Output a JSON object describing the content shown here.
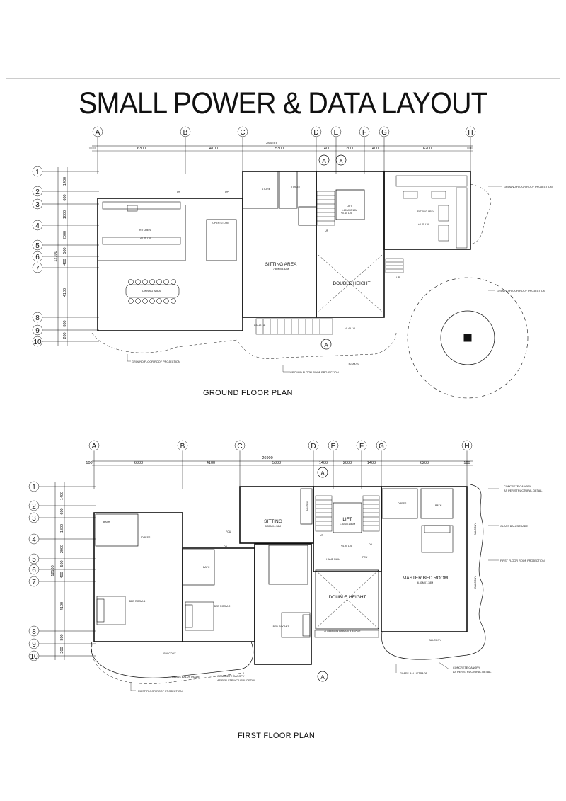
{
  "sheet": {
    "title": "SMALL POWER & DATA  LAYOUT"
  },
  "plans": [
    {
      "id": "ground",
      "caption": "GROUND FLOOR  PLAN",
      "grid_columns": [
        "A",
        "B",
        "C",
        "D",
        "E",
        "F",
        "G",
        "H"
      ],
      "grid_rows": [
        "1",
        "2",
        "3",
        "4",
        "5",
        "6",
        "7",
        "8",
        "9",
        "10"
      ],
      "overall_width": "26900",
      "column_dims": [
        "100",
        "6300",
        "4100",
        "5300",
        "1400",
        "2000",
        "1400",
        "6200",
        "100"
      ],
      "overall_depth": "12100",
      "row_dims": [
        "1400",
        "600",
        "1800",
        "2000",
        "500",
        "400",
        "4100",
        "800",
        "200"
      ],
      "rooms": {
        "kitchen": "KITCHEN",
        "dining": "DINNING AREA",
        "sitting": "SITTING AREA",
        "sitting_size": "7.80MX5.42M",
        "double_height": "DOUBLE HEIGHT",
        "lift": "LIFT",
        "lift_size": "1.80MX2.10M",
        "sitting_right": "SITTING AREA",
        "store": "STORE",
        "toilet": "TOILET",
        "open_store": "OPEN STORE"
      },
      "levels": [
        "+0.45 LVL",
        "+0.45 LVL",
        "+0.45 LVL",
        "+0.45 LVL",
        "±0.00LVL"
      ],
      "labels": {
        "up": "UP",
        "ramp_up": "RAMP UP",
        "roof_projection": "GROUND FLOOR  ROOF  PROJECTION",
        "section_a": "A",
        "section_x": "X"
      }
    },
    {
      "id": "first",
      "caption": "FIRST FLOOR  PLAN",
      "grid_columns": [
        "A",
        "B",
        "C",
        "D",
        "E",
        "F",
        "G",
        "H"
      ],
      "grid_rows": [
        "1",
        "2",
        "3",
        "4",
        "5",
        "6",
        "7",
        "8",
        "9",
        "10"
      ],
      "overall_width": "26900",
      "column_dims": [
        "100",
        "6300",
        "4100",
        "5300",
        "1400",
        "2000",
        "1400",
        "6200",
        "100"
      ],
      "overall_depth": "12100",
      "row_dims": [
        "1400",
        "600",
        "1800",
        "2000",
        "500",
        "400",
        "4100",
        "800",
        "200"
      ],
      "rooms": {
        "sitting": "SITTING",
        "sitting_size": "5.30MX4.38M",
        "lift": "LIFT",
        "lift_size": "1.80MX1.80M",
        "double_height": "DOUBLE HEIGHT",
        "master_bed": "MASTER BED ROOM",
        "master_size": "6.30MX7.38M",
        "bed1": "BED ROOM-1",
        "bed2": "BED ROOM-2",
        "bed3": "BED ROOM-3",
        "bath": "BATH",
        "dress": "DRESS",
        "balcony": "BALCONY",
        "pantry": "PANTRY",
        "fcu": "FCU"
      },
      "levels": [
        "+4.95 LVL"
      ],
      "labels": {
        "up": "UP",
        "dn": "DN",
        "hand_rail": "HAND RAIL",
        "pergola": "ALUMINIUM PERGOLA ABOVE",
        "concrete_canopy": "CONCRETE CANOPY",
        "structural_detail": "AS PER STRUCTURAL DETAIL",
        "glass_balustrade": "GLASS BALUSTRADE",
        "roof_projection": "FIRST FLOOR  ROOF  PROJECTION",
        "section_a": "A"
      }
    }
  ]
}
